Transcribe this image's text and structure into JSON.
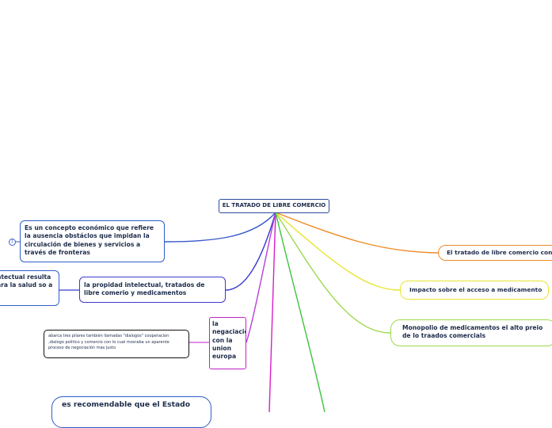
{
  "mindmap": {
    "root": "EL TRATADO DE LIBRE COMERCIO",
    "nodes": {
      "concepto": "Es un concepto económico que refiere la ausencia obstáclos que impidan la circulación de bienes y servicios a través de fronteras",
      "intelectual_partial": "ntectual resulta ara la salud so a",
      "propiedad": "la propidad intelectual, tratados  de libre comerio y medicamentos",
      "negociacion": "la negaciación  con la union europa",
      "pilares": "abarca  tres pilares también  llamadas \"dialogos\" cooperacion ,dialogo  politico y comercio con lo cual mosraba  un  aparente proceso de negociación mas justo",
      "recomendable": "es recomendable  que el Estado",
      "tratado_con": "El tratado de libre  comercio con l",
      "impacto": "Impacto sobre el acceso a medicamento",
      "monopolio": "Monopolio de medicamentos el alto preio de lo traados  comercials"
    },
    "collapsed_count": "1"
  }
}
